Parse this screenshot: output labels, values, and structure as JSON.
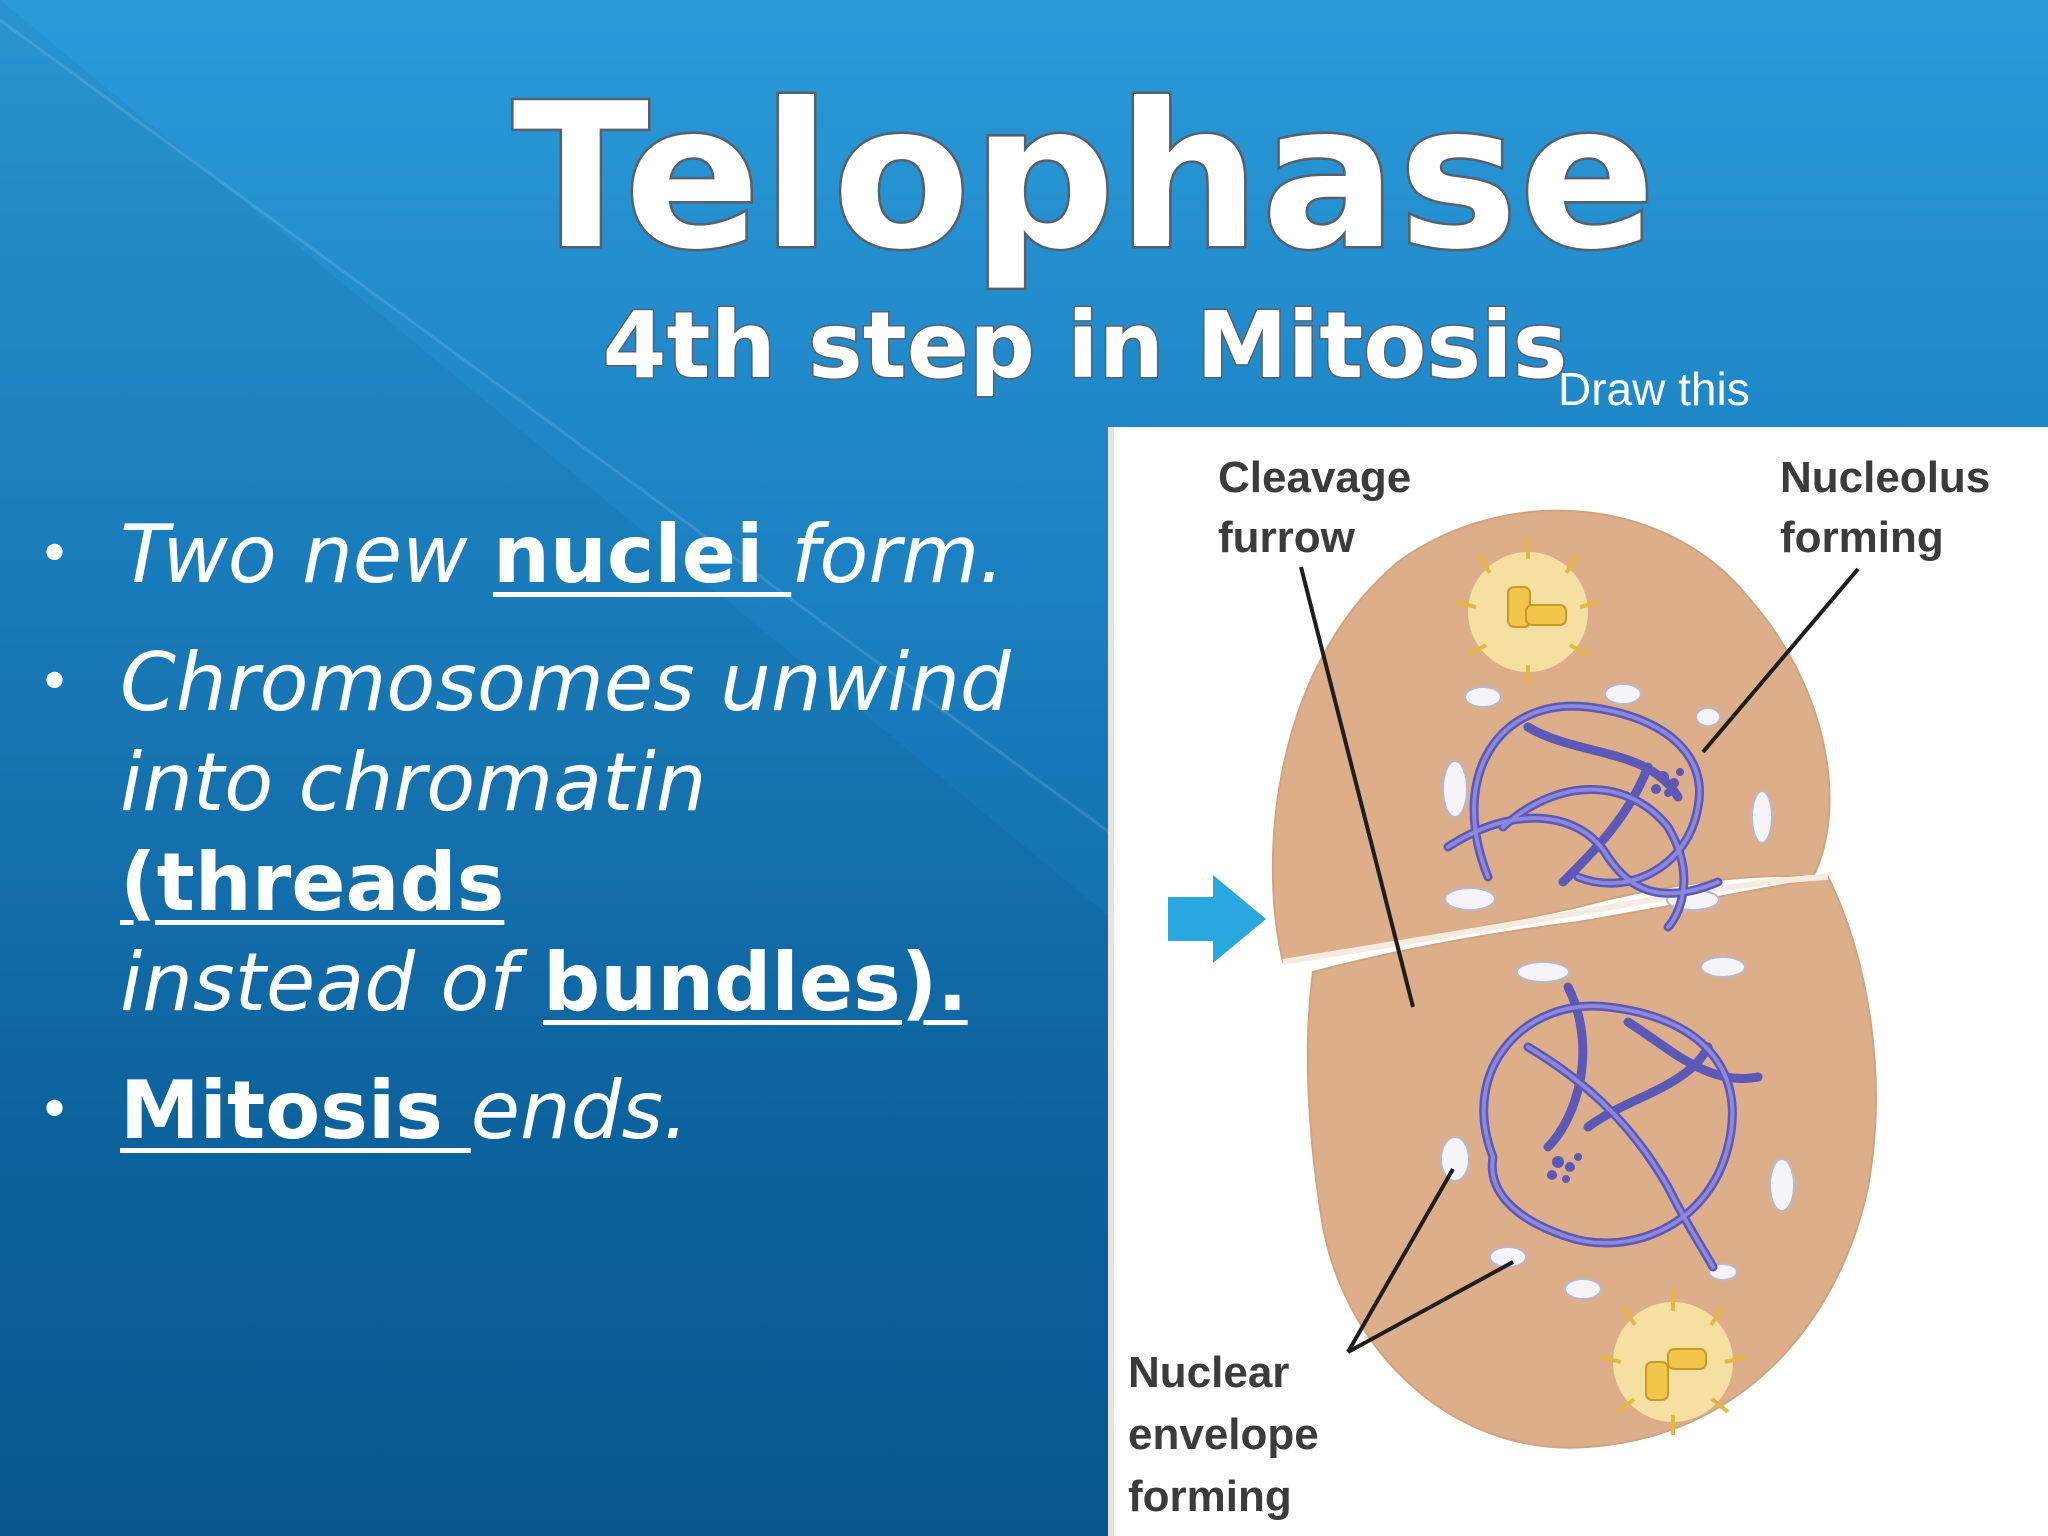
{
  "slide": {
    "title": "Telophase",
    "subtitle": "4th step in Mitosis",
    "note": "Draw this"
  },
  "bullets": [
    {
      "parts": [
        "Two new ",
        "nuclei ",
        "form.",
        " "
      ]
    },
    {
      "parts": [
        "Chromosomes unwind into chromatin ",
        "(threads",
        "instead of ",
        "bundles)."
      ]
    },
    {
      "parts": [
        "Mitosis ",
        "ends."
      ]
    }
  ],
  "diagram": {
    "labels": {
      "cleavage_furrow_1": "Cleavage",
      "cleavage_furrow_2": "furrow",
      "nucleolus_1": "Nucleolus",
      "nucleolus_2": "forming",
      "nuclear_1": "Nuclear",
      "nuclear_2": "envelope",
      "nuclear_3": "forming"
    },
    "colors": {
      "cell": "#dcae8a",
      "chromatin": "#6f6bc4",
      "arrow": "#29a8df",
      "centrosome": "#f2c64a"
    }
  }
}
